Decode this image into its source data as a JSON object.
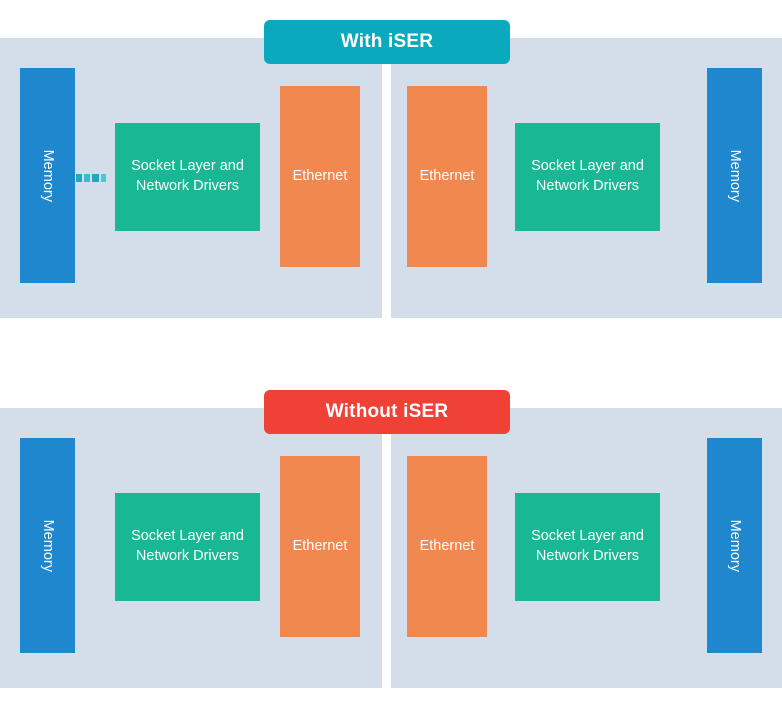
{
  "diagram": {
    "title_labels": {
      "with_iser": "With iSER",
      "without_iser": "Without iSER"
    },
    "block_labels": {
      "memory": "Memory",
      "sockets": "Socket Layer and\nNetwork Drivers",
      "ethernet": "Ethernet"
    },
    "colors": {
      "panel_background": "#d3deea",
      "memory_blue": "#1f87ce",
      "sockets_green": "#18b894",
      "ethernet_orange": "#f0884f",
      "with_iser_teal": "#0aa9bd",
      "without_iser_red": "#ef4136",
      "connector_teal": "#2bb4c6",
      "text_white": "#ffffff",
      "page_background": "#ffffff"
    },
    "sections": [
      {
        "id": "with-iser",
        "title": "With iSER",
        "title_color": "#0aa9bd",
        "panels": [
          {
            "id": "with-iser-left",
            "blocks": [
              {
                "type": "memory",
                "label": "Memory",
                "orientation": "vertical"
              },
              {
                "type": "sockets",
                "label": "Socket Layer and\nNetwork Drivers",
                "orientation": "horizontal"
              },
              {
                "type": "ethernet",
                "label": "Ethernet",
                "orientation": "horizontal"
              }
            ],
            "has_connector": true
          },
          {
            "id": "with-iser-right",
            "blocks": [
              {
                "type": "ethernet",
                "label": "Ethernet",
                "orientation": "horizontal"
              },
              {
                "type": "sockets",
                "label": "Socket Layer and\nNetwork Drivers",
                "orientation": "horizontal"
              },
              {
                "type": "memory",
                "label": "Memory",
                "orientation": "vertical"
              }
            ],
            "has_connector": false
          }
        ]
      },
      {
        "id": "without-iser",
        "title": "Without iSER",
        "title_color": "#ef4136",
        "panels": [
          {
            "id": "without-iser-left",
            "blocks": [
              {
                "type": "memory",
                "label": "Memory",
                "orientation": "vertical"
              },
              {
                "type": "sockets",
                "label": "Socket Layer and\nNetwork Drivers",
                "orientation": "horizontal"
              },
              {
                "type": "ethernet",
                "label": "Ethernet",
                "orientation": "horizontal"
              }
            ],
            "has_connector": false
          },
          {
            "id": "without-iser-right",
            "blocks": [
              {
                "type": "ethernet",
                "label": "Ethernet",
                "orientation": "horizontal"
              },
              {
                "type": "sockets",
                "label": "Socket Layer and\nNetwork Drivers",
                "orientation": "horizontal"
              },
              {
                "type": "memory",
                "label": "Memory",
                "orientation": "vertical"
              }
            ],
            "has_connector": false
          }
        ]
      }
    ]
  }
}
